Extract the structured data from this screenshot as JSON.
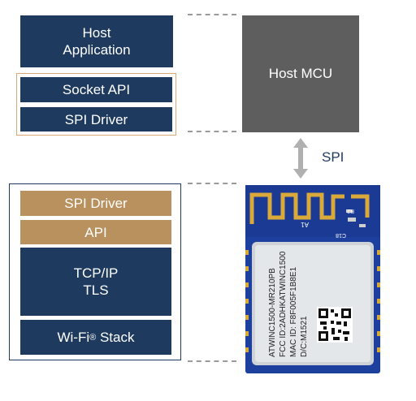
{
  "host_stack": {
    "host_application": "Host\nApplication",
    "socket_api": "Socket API",
    "spi_driver": "SPI Driver"
  },
  "module_stack": {
    "spi_driver": "SPI Driver",
    "api": "API",
    "tcpip_tls": "TCP/IP\nTLS",
    "wifi_stack_prefix": "Wi-Fi",
    "wifi_stack_sup": "®",
    "wifi_stack_suffix": " Stack"
  },
  "host_mcu": {
    "label": "Host MCU"
  },
  "link": {
    "label": "SPI"
  },
  "module_board": {
    "line1": "ATWINC1500-MR210PB",
    "line2": "FCC ID:2ADHKATWINC1500",
    "line3": "MAC ID: F8F005F1B8E1",
    "line4": "D/C:M1521",
    "antenna_label": "A1",
    "cap_label": "C18",
    "chip_label": "R2"
  },
  "colors": {
    "navy": "#1e3a5f",
    "tan": "#b8915f",
    "mcu_gray": "#5e5e5e",
    "pcb_blue": "#1d3f9e",
    "gold": "#d9a93a"
  }
}
